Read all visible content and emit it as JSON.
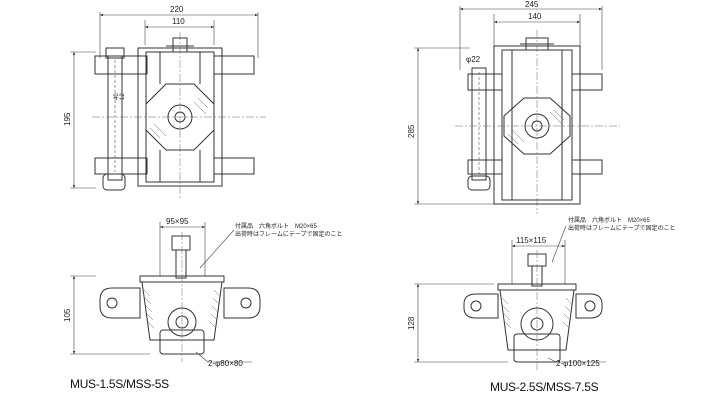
{
  "left": {
    "model_label": "MUS-1.5S/MSS-5S",
    "dim_width": "220",
    "dim_inner": "110",
    "dim_height": "195",
    "dim_side": "40",
    "dim_side2": "12",
    "dim_plate": "95×95",
    "dim_front_height": "105",
    "dim_wheel": "2-φ80×80",
    "note_line1": "付属品　六角ボルト　M20×65",
    "note_line2": "出荷時はフレームにテープで固定のこと"
  },
  "right": {
    "model_label": "MUS-2.5S/MSS-7.5S",
    "dim_width": "245",
    "dim_inner": "140",
    "dim_pin": "φ22",
    "dim_height": "285",
    "dim_plate": "115×115",
    "dim_front_height": "128",
    "dim_wheel": "2-φ100×125",
    "note_line1": "付属品　六角ボルト　M20×65",
    "note_line2": "出荷時はフレームにテープで固定のこと"
  }
}
